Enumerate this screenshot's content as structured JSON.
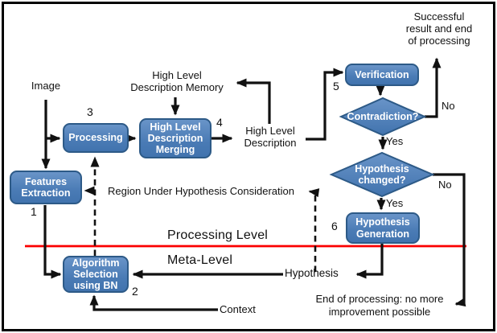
{
  "diagram": {
    "nodes": {
      "processing": {
        "label": "Processing",
        "step": "3"
      },
      "merging": {
        "label": "High Level\nDescription\nMerging",
        "step": "4"
      },
      "features_extraction": {
        "label": "Features\nExtraction",
        "step": "1"
      },
      "verification": {
        "label": "Verification",
        "step": "5"
      },
      "hypothesis_generation": {
        "label": "Hypothesis\nGeneration",
        "step": "6"
      },
      "algorithm_selection": {
        "label": "Algorithm\nSelection\nusing BN",
        "step": "2"
      }
    },
    "decisions": {
      "contradiction": {
        "label": "Contradiction?",
        "yes": "Yes",
        "no": "No"
      },
      "hypothesis_changed": {
        "label": "Hypothesis\nchanged?",
        "yes": "Yes",
        "no": "No"
      }
    },
    "labels": {
      "image": "Image",
      "memory": "High Level\nDescription Memory",
      "high_level_description": "High Level\nDescription",
      "success": "Successful\nresult and end\nof processing",
      "hypothesis": "Hypothesis",
      "region": "Region Under Hypothesis Consideration",
      "end_processing": "End of processing: no more\nimprovement possible",
      "context": "Context",
      "processing_level": "Processing Level",
      "meta_level": "Meta-Level"
    },
    "colors": {
      "node_fill_top": "#6994c8",
      "node_fill_bottom": "#4173ae",
      "node_border": "#2d5a87",
      "level_divider": "#fb0000",
      "connector": "#111111"
    }
  }
}
